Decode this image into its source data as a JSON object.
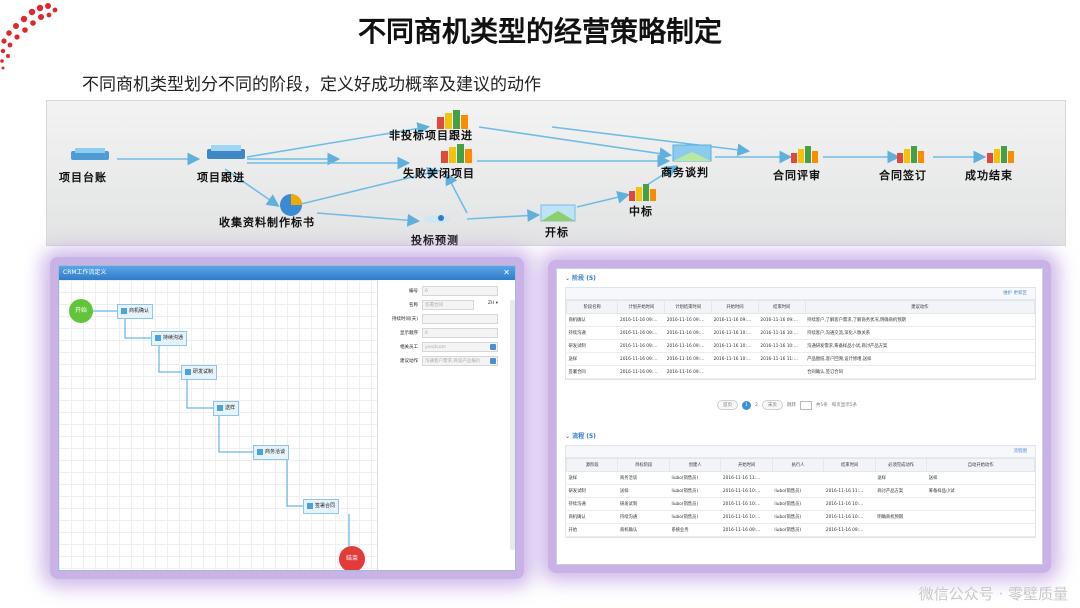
{
  "title": "不同商机类型的经营策略制定",
  "subtitle": "不同商机类型划分不同的阶段，定义好成功概率及建议的动作",
  "flow": {
    "nodes": {
      "project_ledger": "项目台账",
      "project_follow": "项目跟进",
      "non_bid_follow": "非投标项目跟进",
      "lost_project": "失败关闭项目",
      "collect_info": "收集资料制作标书",
      "bid_predict": "投标预测",
      "bid_open": "开标",
      "bid_win": "中标",
      "business_negotiation": "商务谈判",
      "contract_review": "合同评审",
      "contract_sign": "合同签订",
      "success_end": "成功结束"
    }
  },
  "crm": {
    "window_title": "CRM工作流定义",
    "start": "开始",
    "end": "结束",
    "steps": [
      "商机确认",
      "持续沟通",
      "研发试制",
      "送样",
      "商务洽谈",
      "签署合同"
    ],
    "props": {
      "labels": [
        "编号",
        "名称",
        "持续时间(天)",
        "显示顺序",
        "相关员工",
        "建议动作"
      ],
      "values": [
        "6",
        "签署合同",
        "",
        "6",
        "yunjtcom",
        "沟通客户需求,商谈产品报价"
      ],
      "lang": "ZH"
    }
  },
  "stage": {
    "header": "阶段 (5)",
    "tools": "维护  更新区",
    "columns": [
      "阶段名称",
      "计划开始时间",
      "计划结束时间",
      "开始时间",
      "结束时间",
      "建议动作"
    ],
    "rows": [
      [
        "商机确认",
        "2016-11-16 09:…",
        "2016-11-16 09:…",
        "2016-11-16 09:…",
        "2016-11-16 09:…",
        "持续客户,了解客户需求,了解商务状况,明确商机预期"
      ],
      [
        "持续沟通",
        "2016-11-16 09:…",
        "2016-11-16 09:…",
        "2016-11-16 10:…",
        "2016-11-16 10:…",
        "持续客户,沟通交流,深化人脉关系"
      ],
      [
        "研发试制",
        "2016-11-16 09:…",
        "2016-11-16 09:…",
        "2016-11-16 10:…",
        "2016-11-16 10:…",
        "沟通研发需求,筹备样品小试,商讨产品方案"
      ],
      [
        "送样",
        "2016-11-16 09:…",
        "2016-11-16 09:…",
        "2016-11-16 10:…",
        "2016-11-16 11:…",
        "产品图纸,客户回溯,设计修缮,送样"
      ],
      [
        "签署合同",
        "2016-11-16 09:…",
        "2016-11-16 09:…",
        "",
        "",
        "合同确认,签订合同"
      ]
    ],
    "pager": {
      "first": "首页",
      "page": "1",
      "of": "2",
      "next": "末页",
      "goto": "跳转",
      "total": "共5条",
      "per": "每页显示5条"
    }
  },
  "process": {
    "header": "流程 (5)",
    "tools": "流程图",
    "columns": [
      "源阶段",
      "目标阶段",
      "创建人",
      "开始时间",
      "执行人",
      "结束时间",
      "必须完成动作",
      "自动开始动作"
    ],
    "rows": [
      [
        "送样",
        "商务洽谈",
        "liubo(销售员)",
        "2016-11-16 11:…",
        "",
        "",
        "送样",
        "送样"
      ],
      [
        "研发试制",
        "送样",
        "liubo(销售员)",
        "2016-11-16 10:…",
        "liubo(销售员)",
        "2016-11-16 11:…",
        "商讨产品方案",
        "筹备样品小试"
      ],
      [
        "持续沟通",
        "研发试制",
        "liubo(销售员)",
        "2016-11-16 10:…",
        "liubo(销售员)",
        "2016-11-16 10:…",
        "",
        ""
      ],
      [
        "商机确认",
        "持续沟通",
        "liubo(销售员)",
        "2016-11-16 10:…",
        "liubo(销售员)",
        "2016-11-16 10:…",
        "明确商机预期",
        ""
      ],
      [
        "开始",
        "商机确认",
        "系统业务",
        "2016-11-16 09:…",
        "liubo(销售员)",
        "2016-11-16 09:…",
        "",
        ""
      ]
    ]
  },
  "watermark": "微信公众号 · 零壁质量"
}
